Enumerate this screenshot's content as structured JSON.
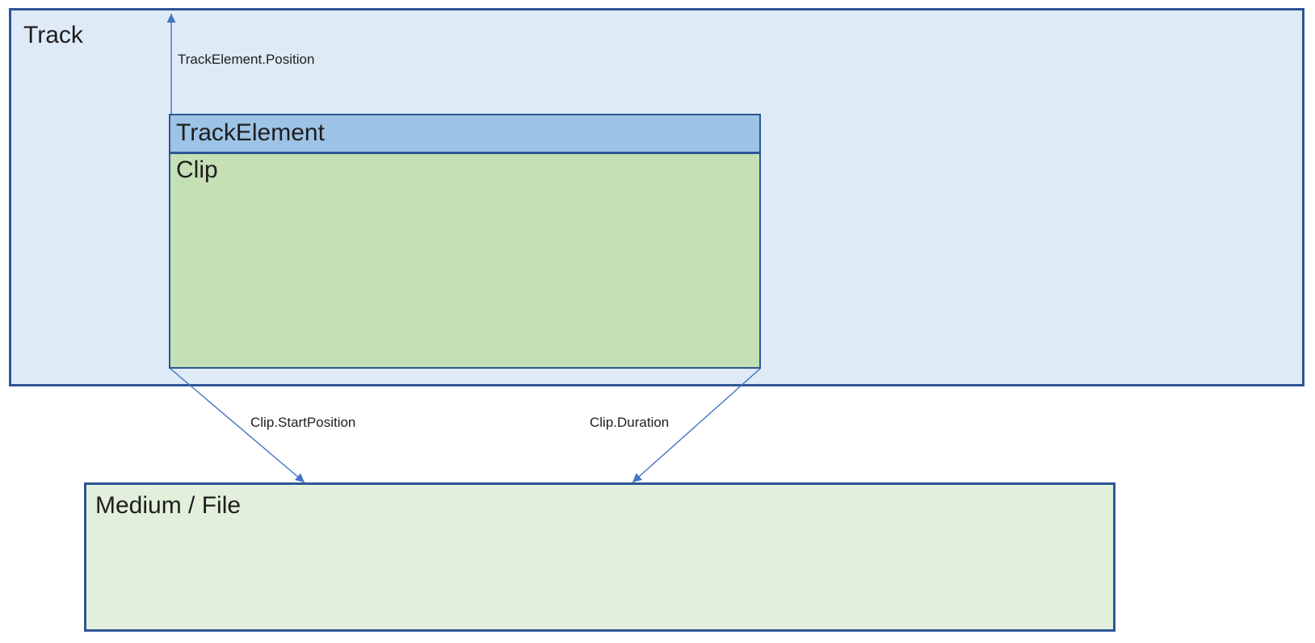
{
  "shapes": {
    "track": {
      "label": "Track"
    },
    "track_element": {
      "label": "TrackElement"
    },
    "clip": {
      "label": "Clip"
    },
    "medium_file": {
      "label": "Medium / File"
    }
  },
  "arrows": {
    "track_element_position": {
      "label": "TrackElement.Position"
    },
    "clip_start_position": {
      "label": "Clip.StartPosition"
    },
    "clip_duration": {
      "label": "Clip.Duration"
    }
  },
  "colors": {
    "track_fill": "#DEEAF6",
    "track_element_fill": "#9DC3E6",
    "clip_fill": "#C5E0B4",
    "medium_fill": "#E2EFDA",
    "shape_border": "#2E5596",
    "arrow": "#4472C4",
    "text": "#1E1E1E"
  }
}
